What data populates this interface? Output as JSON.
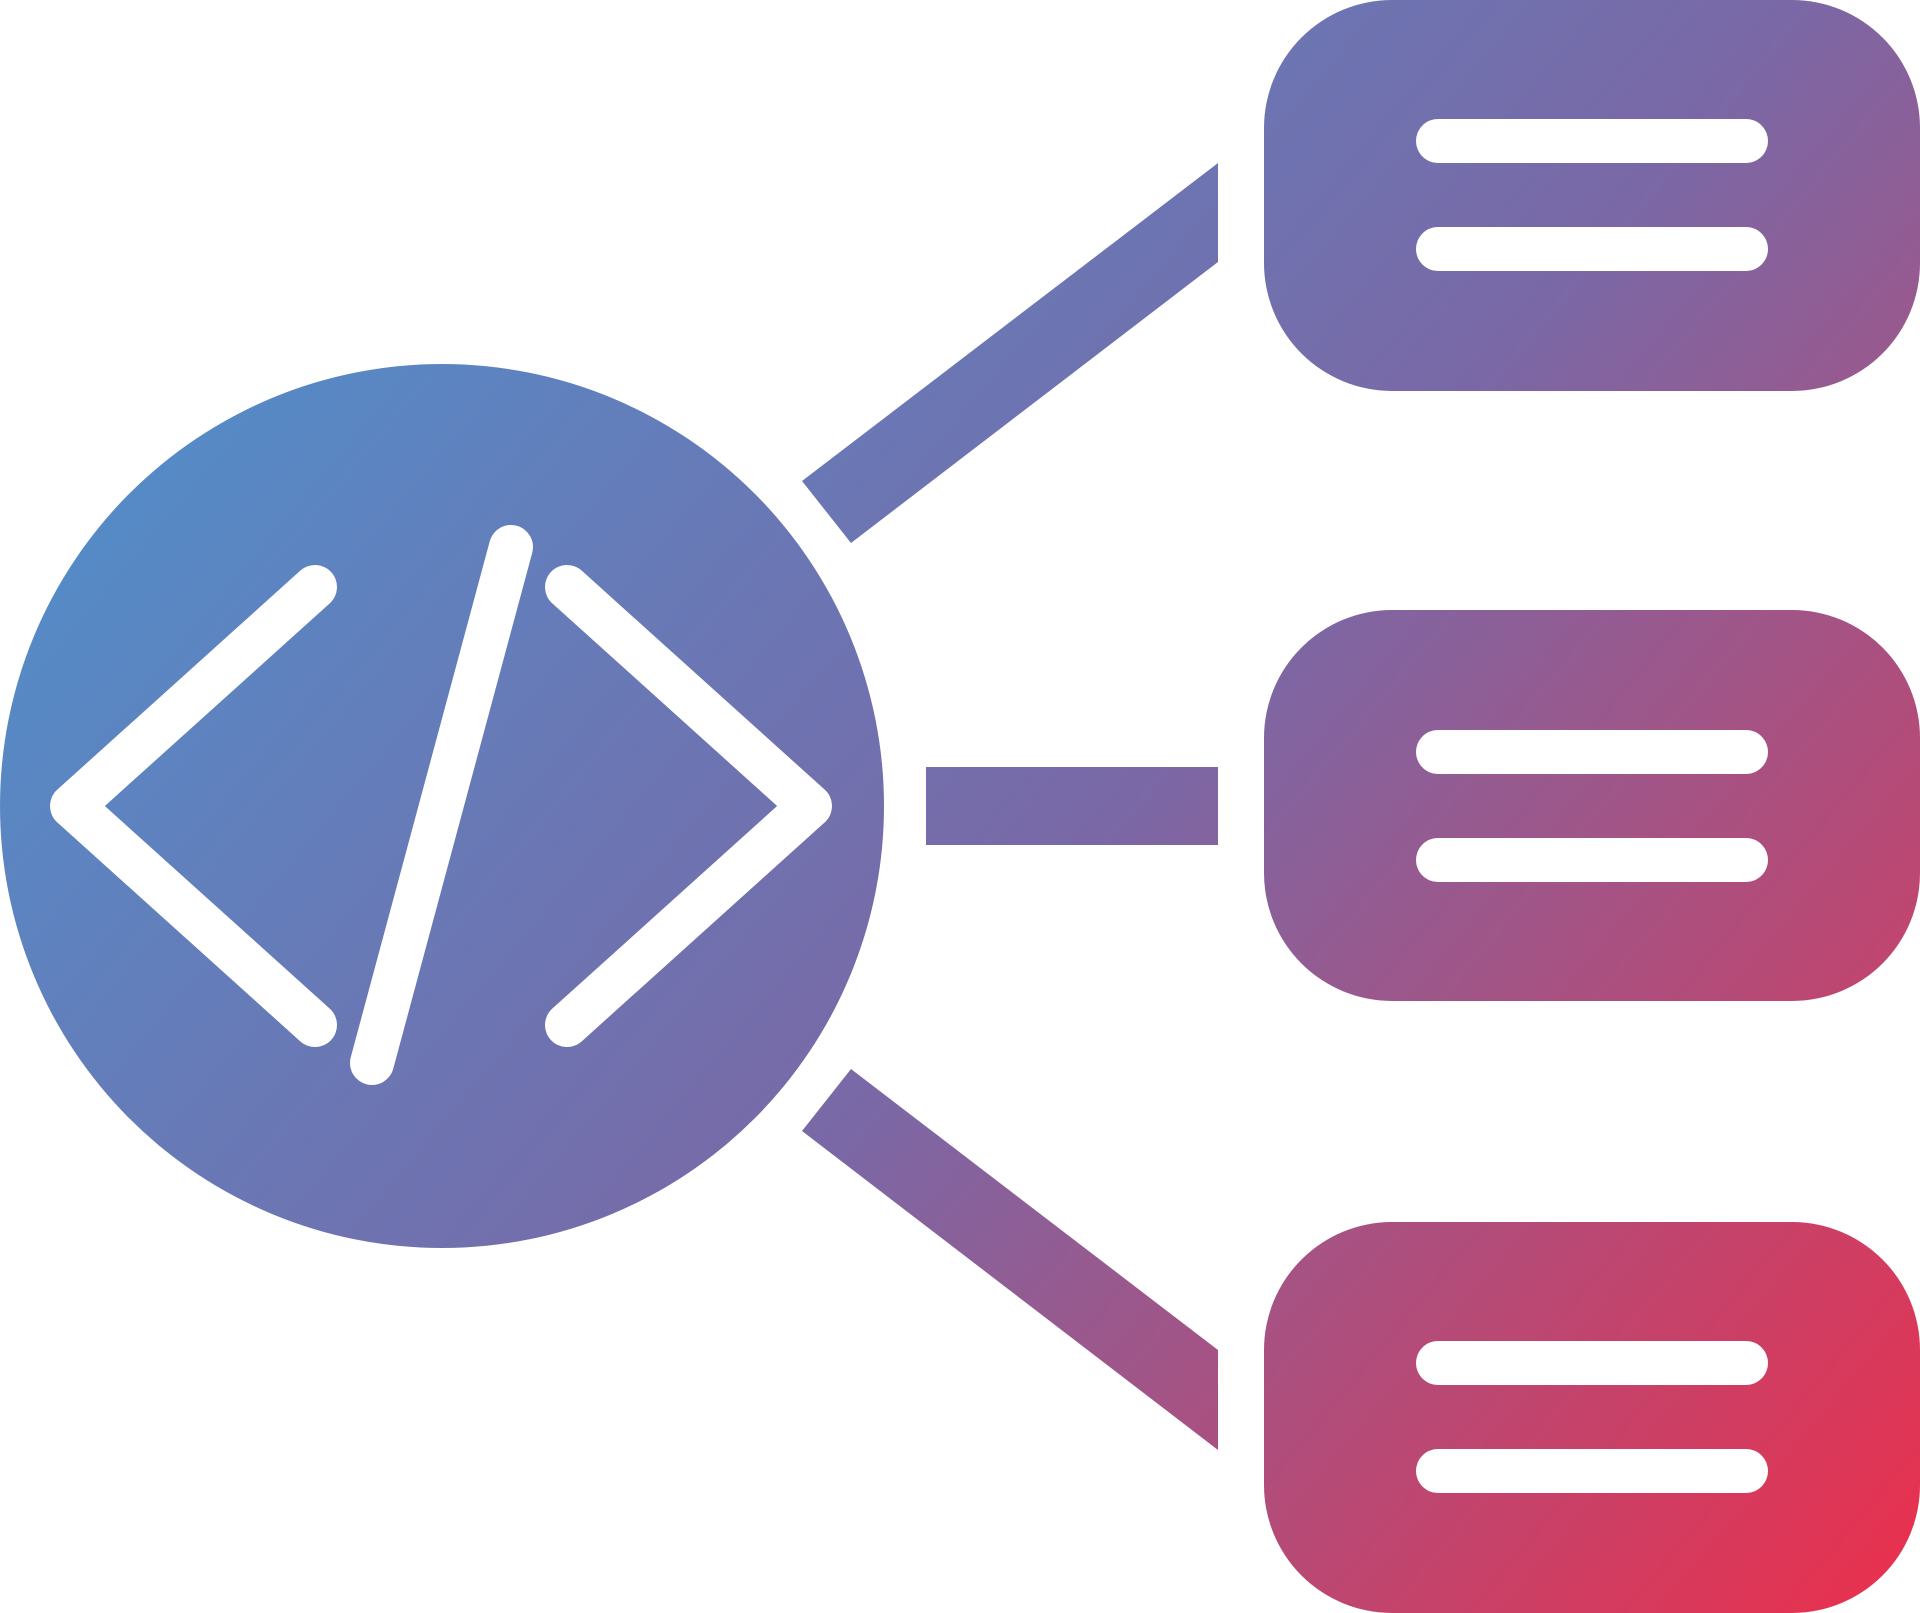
{
  "icon": {
    "name": "code-structure-icon",
    "gradient": {
      "start_color": "#4699D4",
      "mid_color": "#7A68A6",
      "end_color": "#EC2F4B"
    },
    "foreground_color": "#FFFFFF",
    "hub": {
      "name": "code-brackets-icon"
    },
    "branches": [
      {
        "name": "top-connector"
      },
      {
        "name": "middle-connector"
      },
      {
        "name": "bottom-connector"
      }
    ],
    "cards": [
      {
        "name": "top-text-card",
        "line_count": 2
      },
      {
        "name": "middle-text-card",
        "line_count": 2
      },
      {
        "name": "bottom-text-card",
        "line_count": 2
      }
    ]
  }
}
